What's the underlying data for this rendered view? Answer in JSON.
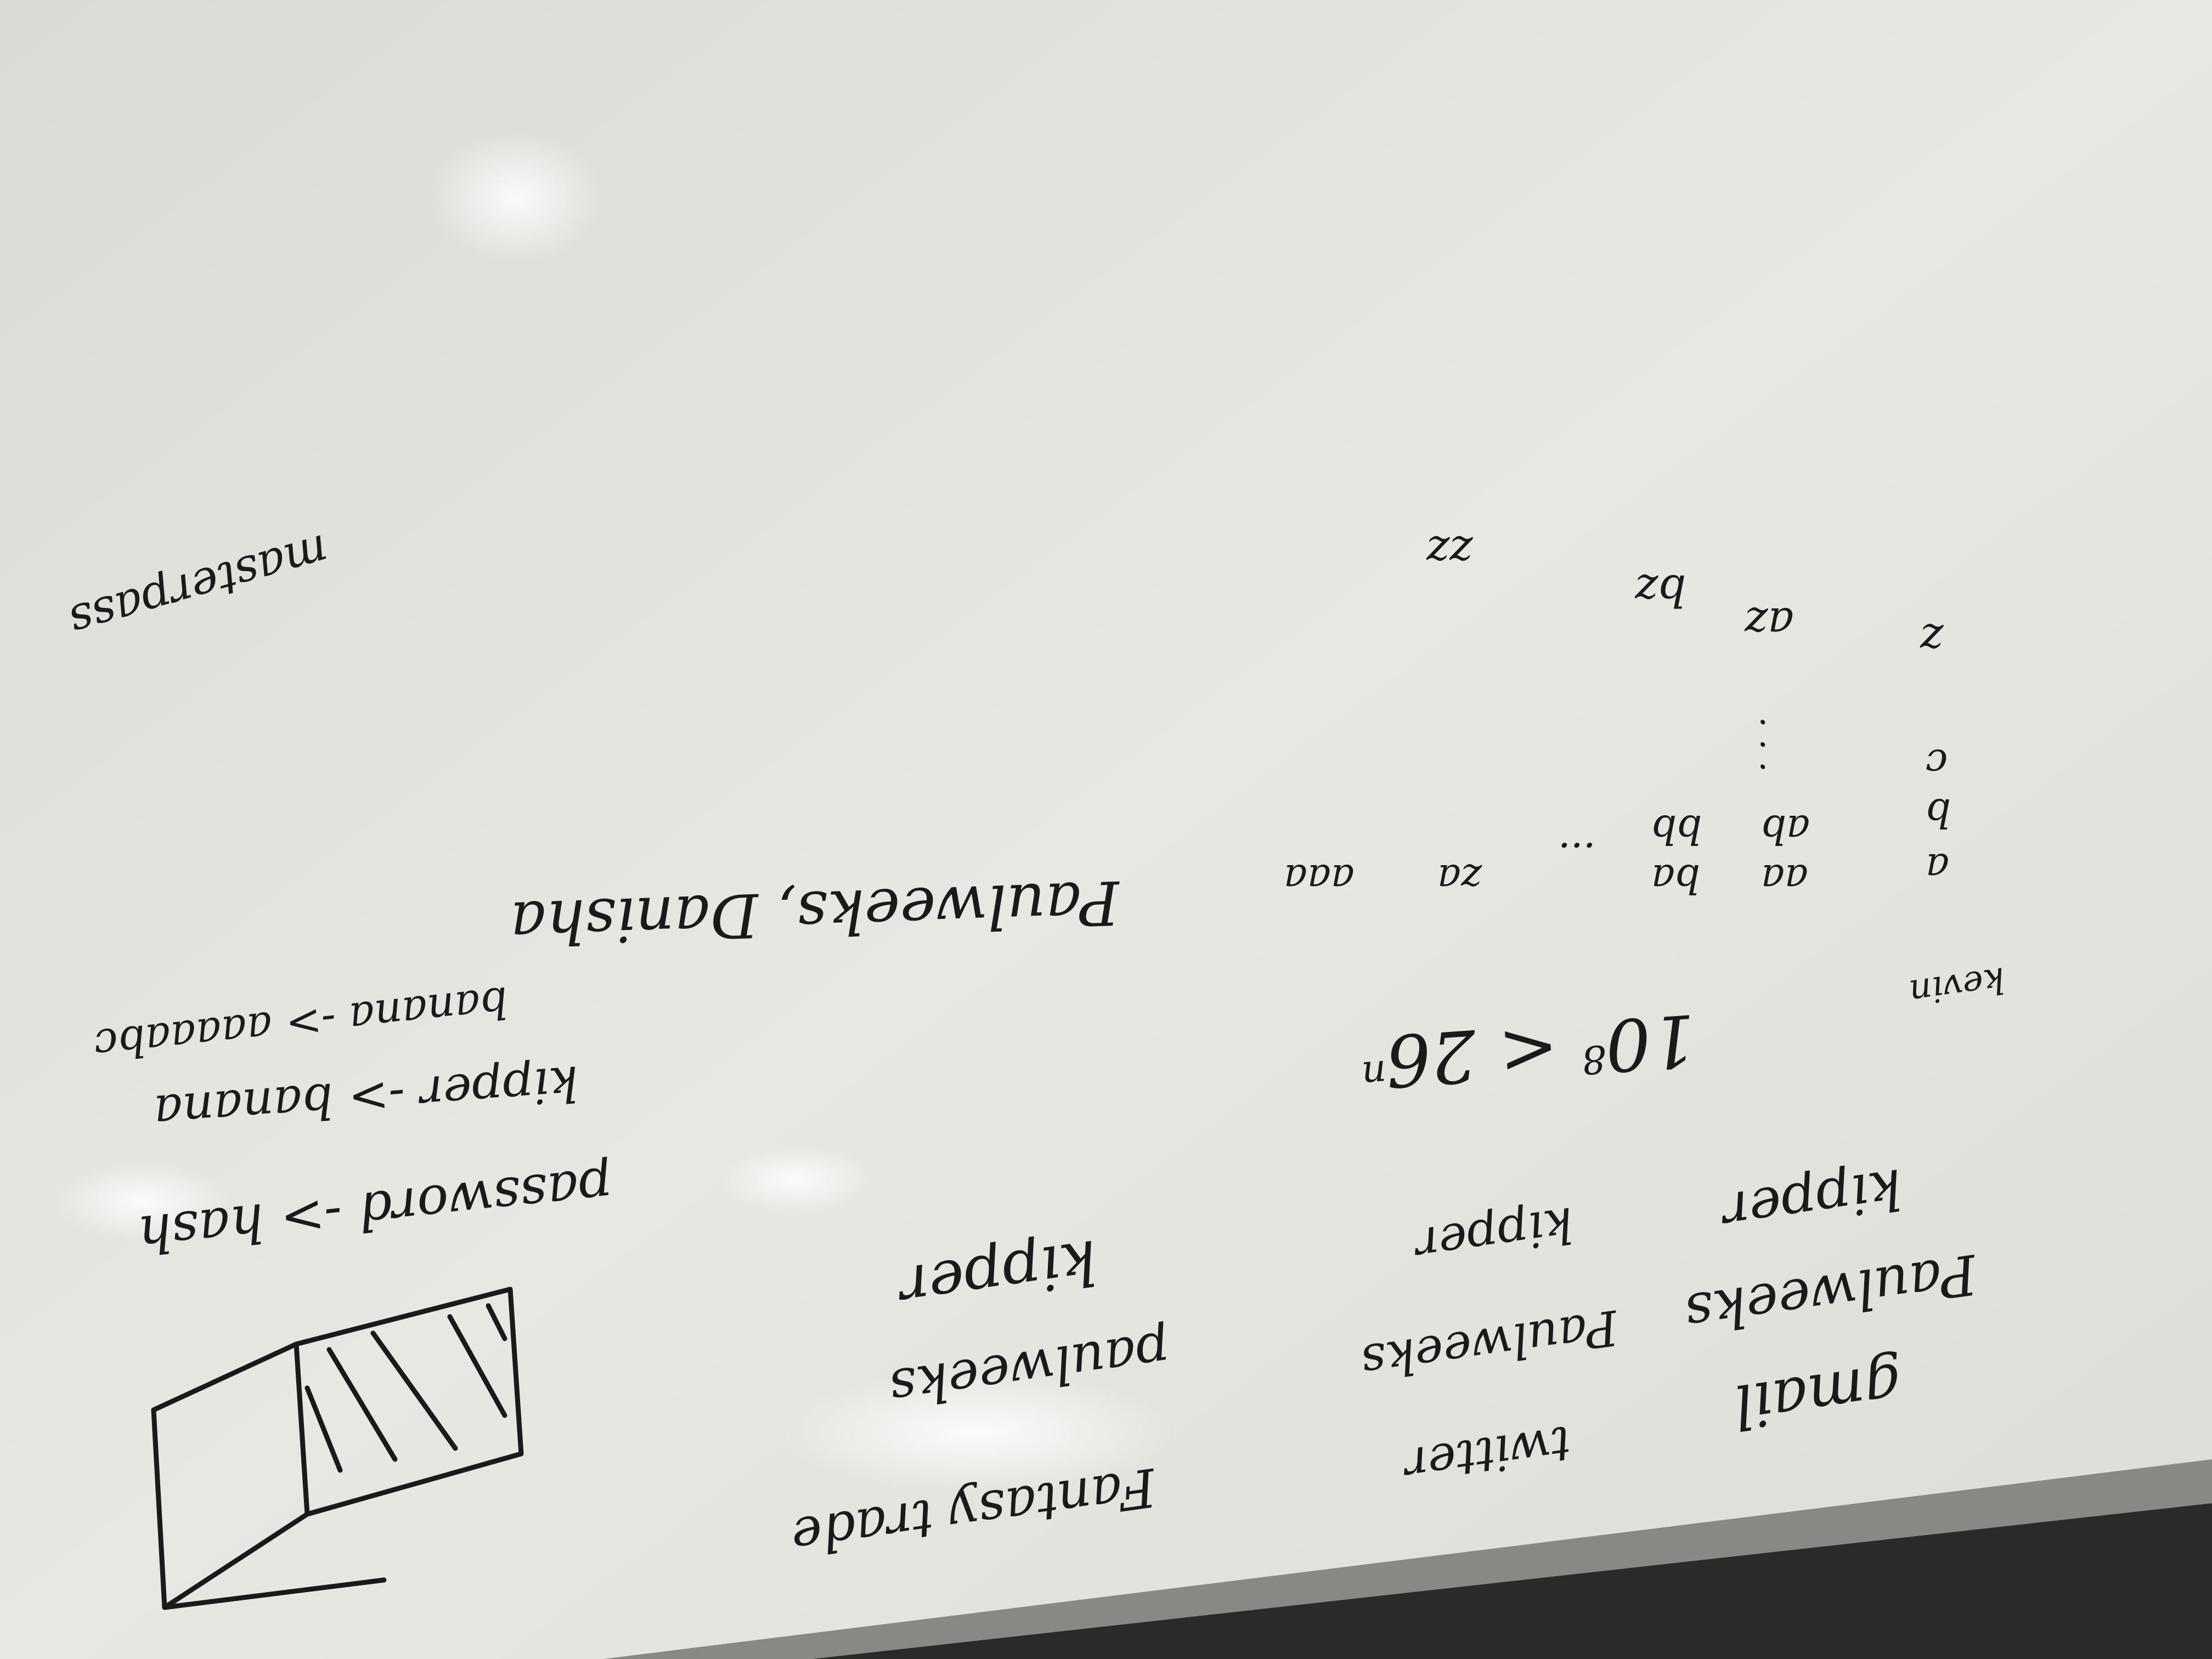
{
  "scene": {
    "kind": "whiteboard photo",
    "board_color": "#e6e4df",
    "marker_color": "#1a1a1a",
    "frame_color": "#7a7874"
  },
  "notes": {
    "masterpass": "masterpass",
    "z": "z",
    "az": "az",
    "bz": "bz",
    "zz": "zz",
    "dots_vertical": ". . .",
    "a": "a",
    "b": "b",
    "c": "c",
    "aa": "aa",
    "ba": "ba",
    "ab": "ab",
    "bb": "bb",
    "ellipsis": "...",
    "za": "za",
    "aaa": "aaa",
    "kevin": "kevin",
    "names": "Paulweeks, Danisha",
    "kipper_banana_line1": "kipper -> banana",
    "banana_line": "banana -> aaaaabc",
    "password_hash": "password -> hash",
    "math": "10",
    "math_exp": "8",
    "math_rel": "<",
    "math_rhs": "26",
    "math_rhs_exp": "n",
    "col1_gmail": "gmail",
    "col1_pw": "Paulweeks",
    "col1_kipper": "kipper",
    "col2_twitter": "twitter",
    "col2_pw": "Paulweeks",
    "col2_kipper": "kipper",
    "col3_fantasy": "Fantasy trade",
    "col3_pw": "paulweeks",
    "col3_kipper": "kipper"
  }
}
